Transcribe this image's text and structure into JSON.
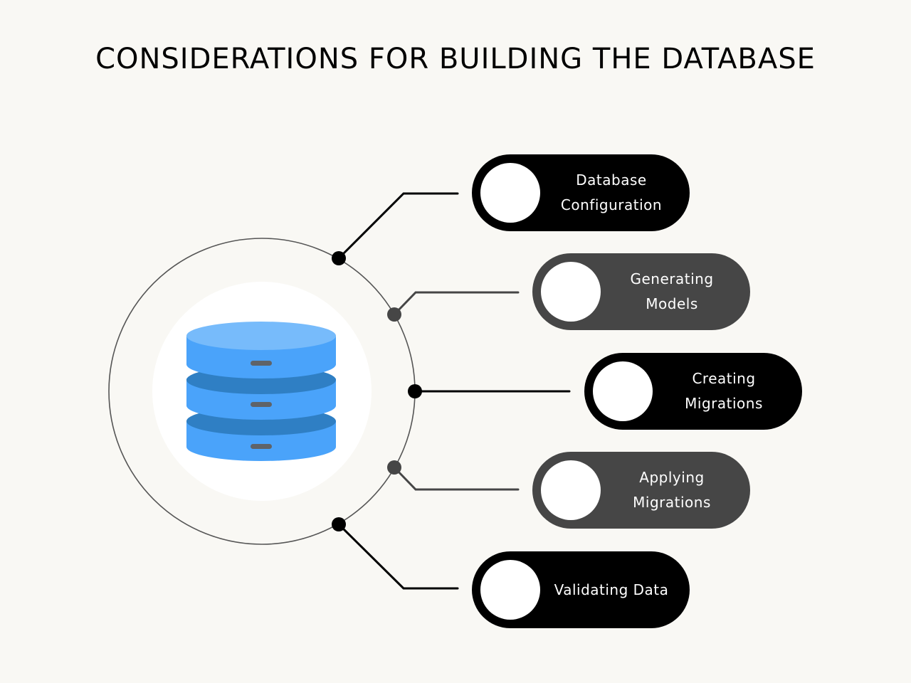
{
  "title": "CONSIDERATIONS FOR BUILDING THE DATABASE",
  "center_icon": "database-icon",
  "colors": {
    "background": "#f9f8f4",
    "dark": "#000000",
    "gray": "#464646",
    "db_top": "#77bbfb",
    "db_side": "#4aa3fa",
    "db_ring": "#2f7fc4",
    "db_slot": "#5f6368"
  },
  "items": [
    {
      "label": "Database\nConfiguration",
      "style": "dark"
    },
    {
      "label": "Generating\nModels",
      "style": "gray"
    },
    {
      "label": "Creating\nMigrations",
      "style": "dark"
    },
    {
      "label": "Applying\nMigrations",
      "style": "gray"
    },
    {
      "label": "Validating Data",
      "style": "dark"
    }
  ]
}
